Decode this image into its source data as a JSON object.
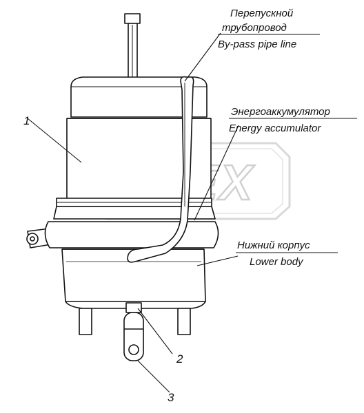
{
  "labels": {
    "bypass_ru": "Перепускной",
    "bypass_ru2": "трубопровод",
    "bypass_en": "By-pass pipe line",
    "energy_ru": "Энергоаккумулятор",
    "energy_en": "Energy accumulator",
    "lower_ru": "Нижний корпус",
    "lower_en": "Lower body"
  },
  "callouts": {
    "one": "1",
    "two": "2",
    "three": "3"
  },
  "watermark": {
    "text": "OPEX"
  }
}
